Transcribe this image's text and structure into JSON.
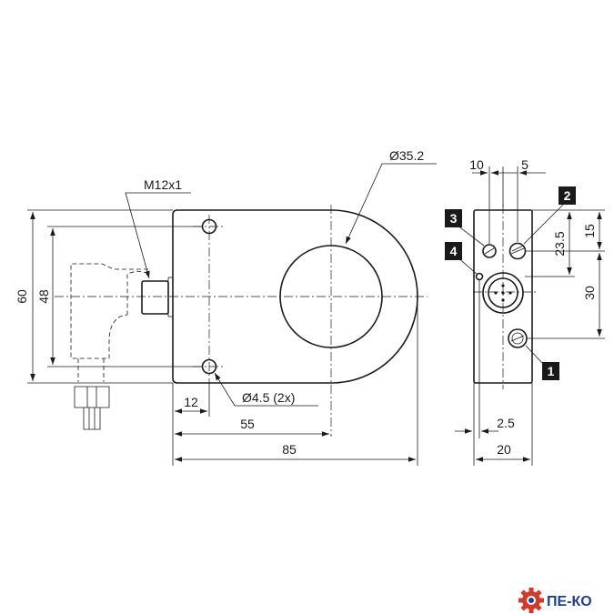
{
  "dimensions": {
    "height_60": "60",
    "height_48": "48",
    "thread": "M12x1",
    "bore_diameter": "Ø35.2",
    "offset_12": "12",
    "hole_spec": "Ø4.5 (2x)",
    "len_55": "55",
    "len_85": "85",
    "side_10": "10",
    "side_5": "5",
    "side_23_5": "23.5",
    "side_15": "15",
    "side_30": "30",
    "side_2_5": "2.5",
    "side_20": "20"
  },
  "callouts": [
    "1",
    "2",
    "3",
    "4"
  ],
  "logo": {
    "text": "ПЕ-КО",
    "color": "#1f3f8f",
    "gear_color": "#d23b2a"
  }
}
